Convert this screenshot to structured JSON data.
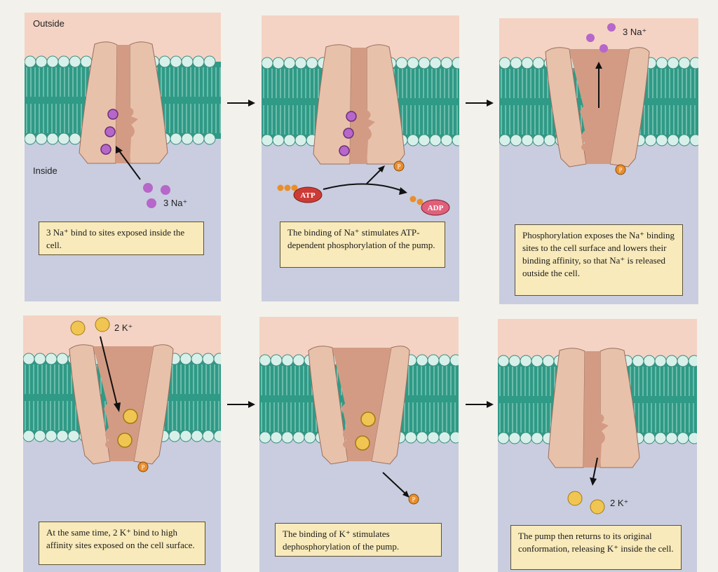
{
  "labels": {
    "outside": "Outside",
    "inside": "Inside"
  },
  "panels": [
    {
      "ion_label": "3 Na⁺",
      "caption": "3 Na⁺ bind to sites exposed inside the cell."
    },
    {
      "atp": "ATP",
      "adp": "ADP",
      "phosphate": "P",
      "caption": "The binding of Na⁺ stimulates ATP-dependent phosphorylation of the pump."
    },
    {
      "ion_label": "3 Na⁺",
      "phosphate": "P",
      "caption": "Phosphorylation exposes the Na⁺ binding sites to the cell surface and lowers their binding affinity, so that Na⁺ is released outside the cell."
    },
    {
      "ion_label": "2 K⁺",
      "phosphate": "P",
      "caption": "At the same time, 2 K⁺ bind to high affinity sites exposed on the cell surface."
    },
    {
      "phosphate": "P",
      "caption": "The binding of K⁺ stimulates dephosphorylation of the pump."
    },
    {
      "ion_label": "2 K⁺",
      "caption": "The pump then returns to its original conformation, releasing K⁺ inside the cell."
    }
  ],
  "colors": {
    "outside_bg": "#f4d3c4",
    "inside_bg": "#c9cddf",
    "lipid_tail": "#2f9a86",
    "lipid_head": "#d8f0ea",
    "protein_light": "#e8c1ab",
    "protein_dark": "#d39b84",
    "sodium": "#b667c9",
    "potassium": "#f1c552",
    "phosphate": "#e98e2c",
    "atp": "#cc3b35",
    "adp": "#e0607a",
    "caption_bg": "#f8eaba"
  }
}
